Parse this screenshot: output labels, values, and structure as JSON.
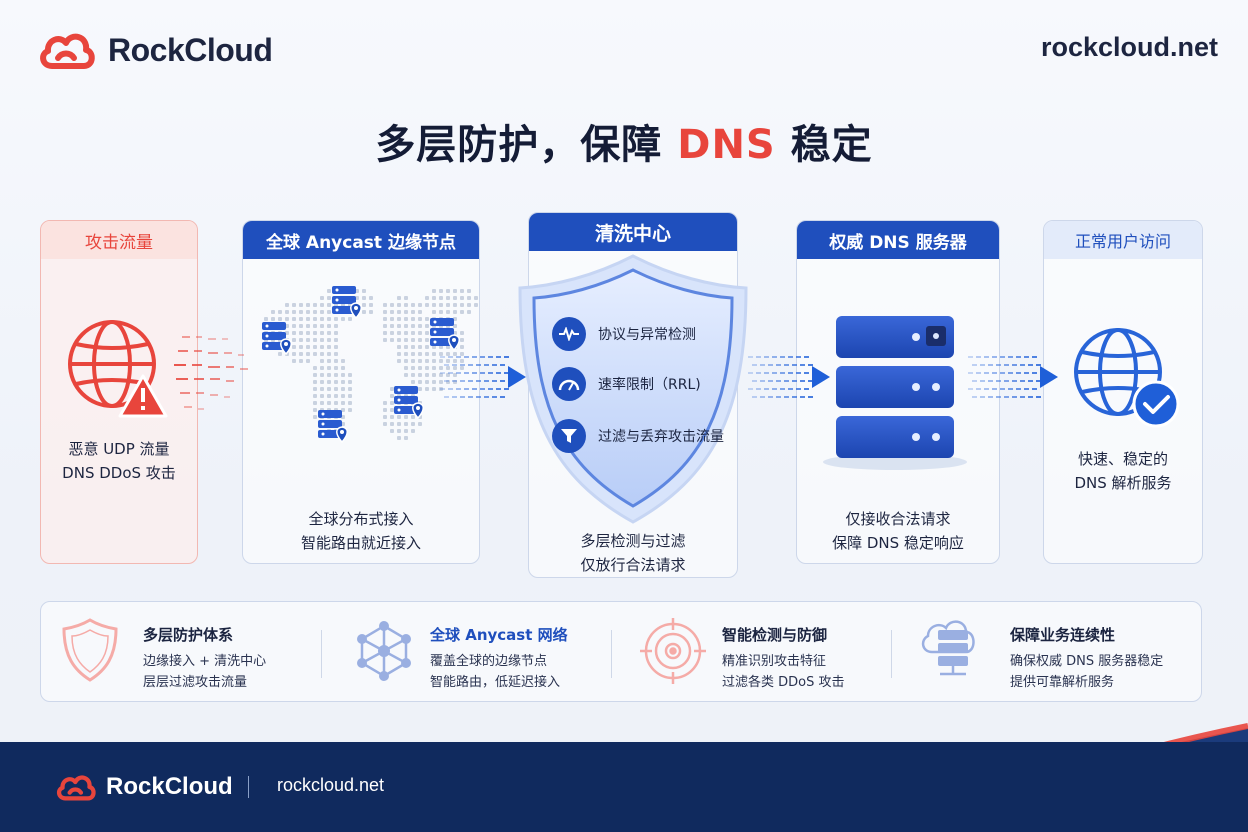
{
  "brand": {
    "name": "RockCloud",
    "site": "rockcloud.net",
    "accent": "#e8453c",
    "primary": "#1f4fbd",
    "footer_bg": "#102a5e"
  },
  "title": {
    "prefix": "多层防护，保障 ",
    "highlight": "DNS",
    "suffix": " 稳定"
  },
  "stages": {
    "attack": {
      "label": "攻击流量",
      "line1": "恶意 UDP 流量",
      "line2": "DNS DDoS 攻击"
    },
    "anycast": {
      "label": "全球 Anycast 边缘节点",
      "line1": "全球分布式接入",
      "line2": "智能路由就近接入"
    },
    "scrub": {
      "label": "清洗中心",
      "items": [
        "协议与异常检测",
        "速率限制（RRL)",
        "过滤与丢弃攻击流量"
      ],
      "line1": "多层检测与过滤",
      "line2": "仅放行合法请求"
    },
    "auth": {
      "label": "权威 DNS 服务器",
      "line1": "仅接收合法请求",
      "line2": "保障 DNS 稳定响应"
    },
    "user": {
      "label": "正常用户访问",
      "line1": "快速、稳定的",
      "line2": "DNS 解析服务"
    }
  },
  "features": [
    {
      "icon": "shield-icon",
      "title": "多层防护体系",
      "line1": "边缘接入 + 清洗中心",
      "line2": "层层过滤攻击流量"
    },
    {
      "icon": "network-icon",
      "title": "全球 Anycast 网络",
      "line1": "覆盖全球的边缘节点",
      "line2": "智能路由，低延迟接入"
    },
    {
      "icon": "target-icon",
      "title": "智能检测与防御",
      "line1": "精准识别攻击特征",
      "line2": "过滤各类 DDoS 攻击"
    },
    {
      "icon": "cloud-server-icon",
      "title": "保障业务连续性",
      "line1": "确保权威 DNS 服务器稳定",
      "line2": "提供可靠解析服务"
    }
  ],
  "footer": {
    "name": "RockCloud",
    "site": "rockcloud.net"
  }
}
